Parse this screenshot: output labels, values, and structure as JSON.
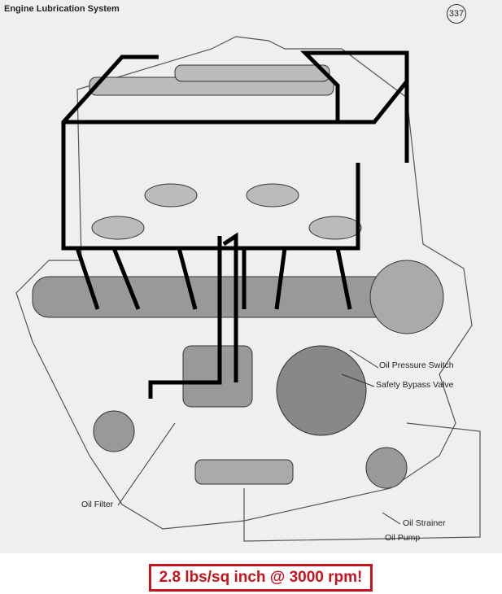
{
  "header": {
    "title": "Engine Lubrication System",
    "page_number": "337"
  },
  "labels": {
    "oil_pressure_switch": "Oil Pressure Switch",
    "safety_bypass_valve": "Safety Bypass Valve",
    "oil_filter": "Oil Filter",
    "oil_strainer": "Oil Strainer",
    "oil_pump": "Oil Pump"
  },
  "caption": "2.8 lbs/sq inch @ 3000 rpm!",
  "colors": {
    "oil_path": "#000000",
    "caption": "#c8141c"
  }
}
